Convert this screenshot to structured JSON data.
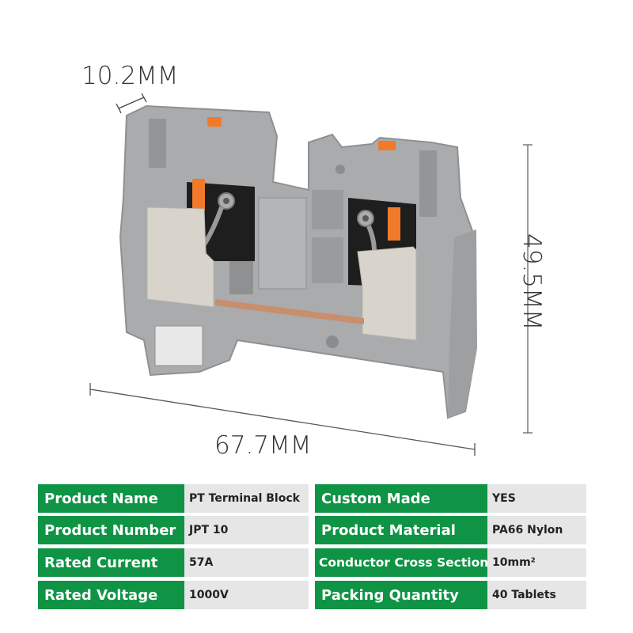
{
  "dimensions": {
    "width": "10.2MM",
    "length": "67.7MM",
    "height": "49.5MM"
  },
  "product_image": {
    "subject": "PT push-in terminal block (gray housing, orange release buttons)",
    "colors": {
      "housing": "#a9abad",
      "housing_shadow": "#8e9092",
      "button": "#f07a2a",
      "metal": "#d8d4cc",
      "copper": "#c98e6c",
      "cavity": "#1e1e1e"
    }
  },
  "colors": {
    "key_bg": "#0f9445",
    "key_text": "#ffffff",
    "value_bg": "#e6e6e6",
    "value_text": "#222222"
  },
  "specs": {
    "left": [
      {
        "label": "Product Name",
        "value": "PT Terminal Block"
      },
      {
        "label": "Product Number",
        "value": "JPT 10"
      },
      {
        "label": "Rated Current",
        "value": "57A"
      },
      {
        "label": "Rated Voltage",
        "value": "1000V"
      }
    ],
    "right": [
      {
        "label": "Custom Made",
        "value": "YES"
      },
      {
        "label": "Product Material",
        "value": "PA66 Nylon"
      },
      {
        "label": "Conductor Cross Section",
        "value": "10mm²"
      },
      {
        "label": "Packing Quantity",
        "value": "40 Tablets"
      }
    ]
  }
}
